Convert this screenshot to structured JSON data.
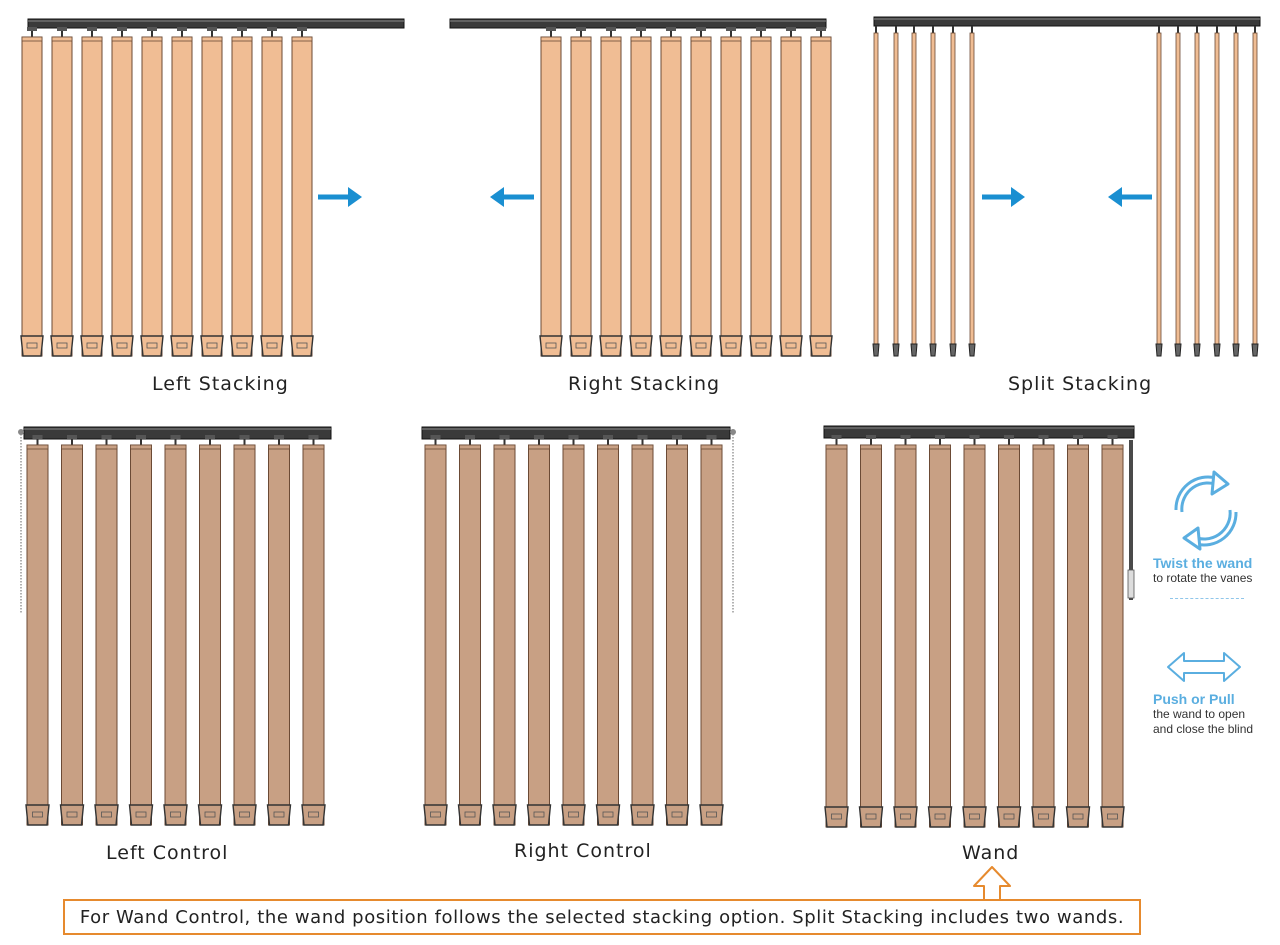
{
  "panels": [
    {
      "id": "left-stacking",
      "label": "Left Stacking"
    },
    {
      "id": "right-stacking",
      "label": "Right Stacking"
    },
    {
      "id": "split-stacking",
      "label": "Split Stacking"
    },
    {
      "id": "left-control",
      "label": "Left Control"
    },
    {
      "id": "right-control",
      "label": "Right Control"
    },
    {
      "id": "wand",
      "label": "Wand"
    }
  ],
  "legend": {
    "twist_title": "Twist the wand",
    "twist_sub": "to rotate the vanes",
    "push_title": "Push or Pull",
    "push_sub_1": "the wand to open",
    "push_sub_2": "and close the blind"
  },
  "note": "For Wand Control, the wand position follows the selected stacking option. Split Stacking includes two wands.",
  "icons": {
    "direction_arrow": "arrow-icon",
    "rotate": "rotate-arrows-icon",
    "push_pull": "double-arrow-icon"
  },
  "colors": {
    "vane_light": "#f0bd94",
    "vane_dark": "#c8a084",
    "rail": "#3a3a3a",
    "arrow_blue": "#1a8fd1",
    "legend_blue": "#5aaee0",
    "note_border": "#e68a2e"
  }
}
